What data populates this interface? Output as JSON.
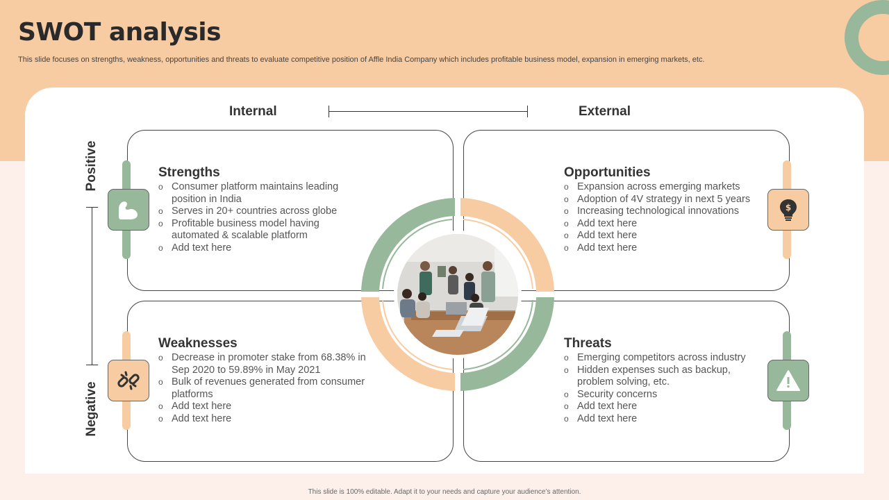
{
  "slide": {
    "title": "SWOT analysis",
    "subtitle": "This slide focuses on strengths, weakness, opportunities and threats to evaluate competitive position of Affle India Company which includes profitable business model, expansion in emerging markets, etc.",
    "footer": "This slide is 100% editable. Adapt it to your needs and capture your audience’s attention."
  },
  "axes": {
    "internal": "Internal",
    "external": "External",
    "positive": "Positive",
    "negative": "Negative"
  },
  "quadrants": {
    "strengths": {
      "title": "Strengths",
      "icon": "flexed-arm-icon",
      "items": [
        "Consumer platform maintains leading position in India",
        "Serves in 20+ countries across globe",
        "Profitable business model having automated & scalable platform",
        "Add text here"
      ]
    },
    "opportunities": {
      "title": "Opportunities",
      "icon": "lightbulb-dollar-icon",
      "items": [
        "Expansion across emerging markets",
        "Adoption of 4V strategy in next 5 years",
        "Increasing technological innovations",
        "Add text here",
        "Add text here",
        "Add text here"
      ]
    },
    "weaknesses": {
      "title": "Weaknesses",
      "icon": "broken-link-icon",
      "items": [
        "Decrease in promoter stake from 68.38% in Sep 2020 to 59.89% in May 2021",
        "Bulk of revenues generated from consumer platforms",
        "Add text here",
        "Add text here"
      ]
    },
    "threats": {
      "title": "Threats",
      "icon": "warning-triangle-icon",
      "items": [
        "Emerging competitors across industry",
        "Hidden expenses such as backup, problem solving, etc.",
        "Security concerns",
        "Add text here",
        "Add text here"
      ]
    }
  },
  "colors": {
    "green": "#97b89a",
    "peach": "#f7cca3",
    "band": "#f7cca3",
    "background": "#fdf0ea"
  }
}
